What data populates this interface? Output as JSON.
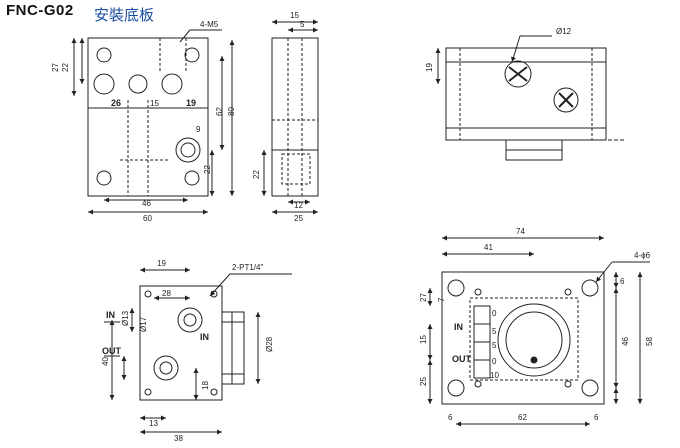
{
  "title": {
    "model": "FNC-G02",
    "name": "安裝底板"
  },
  "views": {
    "front": {
      "callout": "4-M5",
      "dims": {
        "top_27": "27",
        "top_22": "22",
        "w26": "26",
        "w15": "15",
        "w19": "19",
        "h62": "62",
        "h80": "80",
        "r9": "9",
        "v22": "22",
        "w46": "46",
        "w60": "60"
      }
    },
    "side": {
      "dims": {
        "d15": "15",
        "d5": "5",
        "d22": "22",
        "d12": "12",
        "d25": "25"
      }
    },
    "iso": {
      "dims": {
        "dia12": "Ø12",
        "h19": "19"
      }
    },
    "bottom_left": {
      "callout": "2-PT1/4\"",
      "ports": {
        "in": "IN",
        "out": "OUT",
        "in2": "IN"
      },
      "dims": {
        "d19": "19",
        "d28": "28",
        "dia13": "Ø13",
        "dia17": "Ø17",
        "d40": "40",
        "d18": "18",
        "dia28": "Ø28",
        "d13": "13",
        "d38": "38"
      }
    },
    "bottom_right": {
      "callout": "4-ϕ6",
      "ports": {
        "in": "IN",
        "out": "OUT"
      },
      "scale_ticks": [
        "0",
        "5",
        "5",
        "0",
        "10"
      ],
      "dims": {
        "d74": "74",
        "d41": "41",
        "d27": "27",
        "d7": "7",
        "d15": "15",
        "d25": "25",
        "d62": "62",
        "d6": "6",
        "d6b": "6",
        "d46": "46",
        "d58": "58",
        "d6c": "6"
      }
    }
  }
}
